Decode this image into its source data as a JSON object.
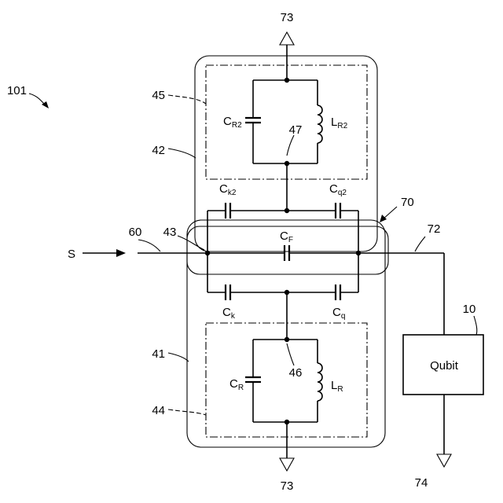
{
  "labels": {
    "fig": "101",
    "ground_top": "73",
    "ground_bottom": "73",
    "ground_qubit": "74",
    "filter_box": "70",
    "upper_block": "42",
    "lower_block": "41",
    "upper_resonator": "45",
    "lower_resonator": "44",
    "node_upper": "47",
    "node_lower": "46",
    "input_line": "60",
    "node_input": "43",
    "output_line": "72",
    "signal": "S",
    "qubit_ref": "10",
    "qubit": "Qubit"
  },
  "components": {
    "CR2": {
      "main": "C",
      "sub": "R2"
    },
    "LR2": {
      "main": "L",
      "sub": "R2"
    },
    "Ck2": {
      "main": "C",
      "sub": "k2"
    },
    "Cq2": {
      "main": "C",
      "sub": "q2"
    },
    "CF": {
      "main": "C",
      "sub": "F"
    },
    "Ck": {
      "main": "C",
      "sub": "k"
    },
    "Cq": {
      "main": "C",
      "sub": "q"
    },
    "CR": {
      "main": "C",
      "sub": "R"
    },
    "LR": {
      "main": "L",
      "sub": "R"
    }
  }
}
